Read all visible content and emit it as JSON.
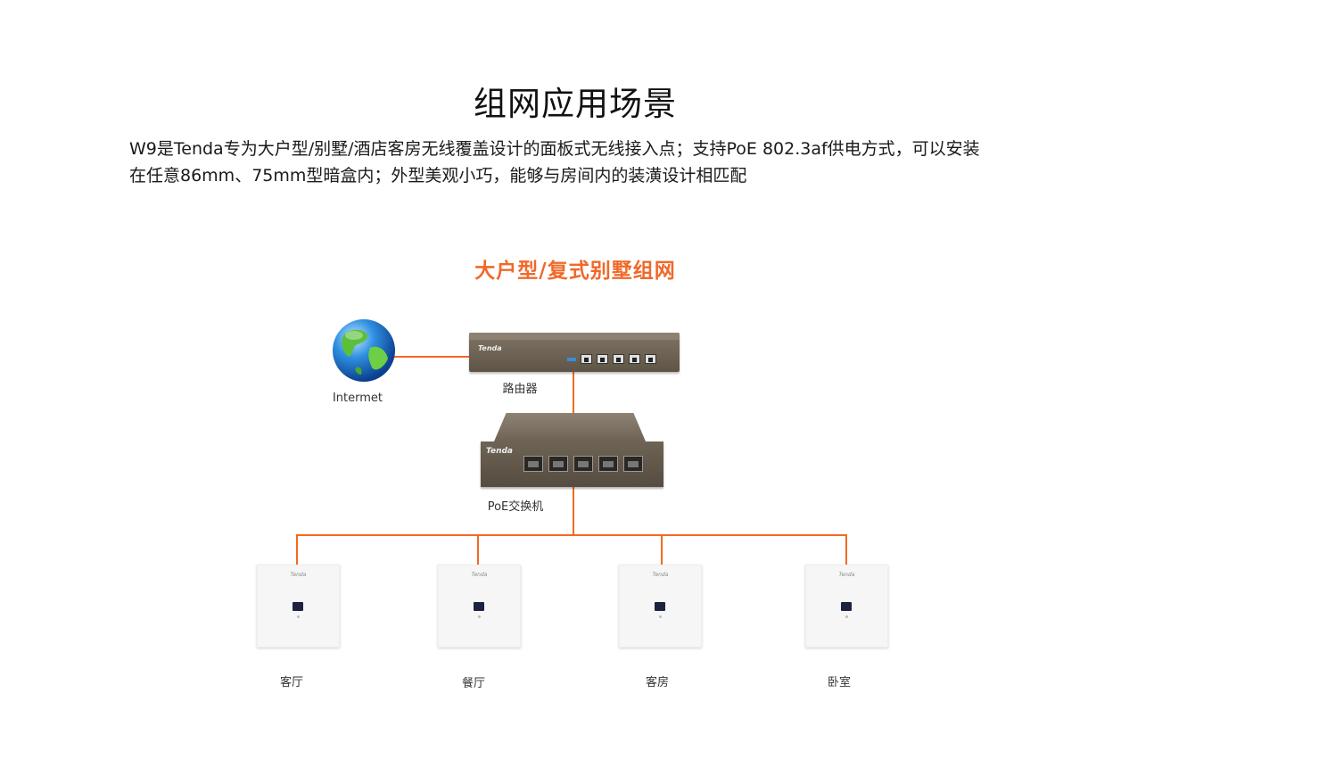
{
  "header": {
    "title": "组网应用场景",
    "description_line1": "W9是Tenda专为大户型/别墅/酒店客房无线覆盖设计的面板式无线接入点；支持PoE 802.3af供电方式，可以安装",
    "description_line2": "在任意86mm、75mm型暗盒内；外型美观小巧，能够与房间内的装潢设计相匹配"
  },
  "diagram": {
    "subtitle": "大户型/复式别墅组网",
    "accent_color": "#f26b21",
    "internet_label": "Intermet",
    "router_label": "路由器",
    "switch_label": "PoE交换机",
    "device_brand": "Tenda",
    "rooms": [
      "客厅",
      "餐厅",
      "客房",
      "卧室"
    ]
  }
}
